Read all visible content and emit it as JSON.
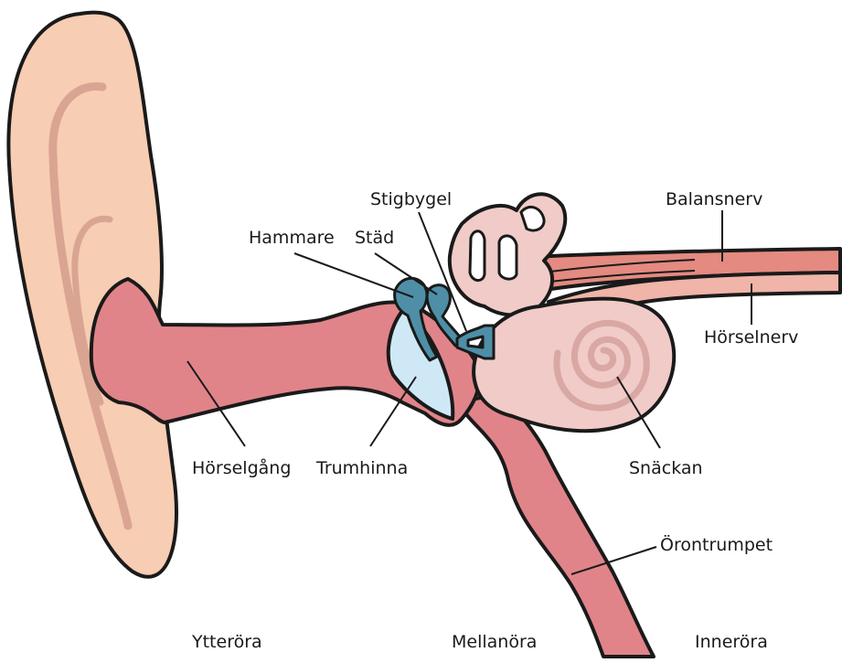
{
  "labels": {
    "stigbygel": "Stigbygel",
    "balansnerv": "Balansnerv",
    "hammare": "Hammare",
    "stad": "Städ",
    "horselnerv": "Hörselnerv",
    "horselgang": "Hörselgång",
    "trumhinna": "Trumhinna",
    "snackan": "Snäckan",
    "orontrumpet": "Örontrumpet"
  },
  "regions": {
    "ytteroera": "Ytteröra",
    "mellanoera": "Mellanöra",
    "inneroera": "Inneröra"
  },
  "colors": {
    "outline": "#1a1a1a",
    "pinna": "#f7cdb3",
    "pinna_fold": "#d9a592",
    "canal": "#e0848a",
    "ossicles": "#4e8fa7",
    "eardrum": "#cfe8f6",
    "inner_ear": "#f0cbc8",
    "inner_ear_spiral": "#d9a7a4",
    "nerve": "#e48a80",
    "nerve_light": "#f0b4a8"
  }
}
